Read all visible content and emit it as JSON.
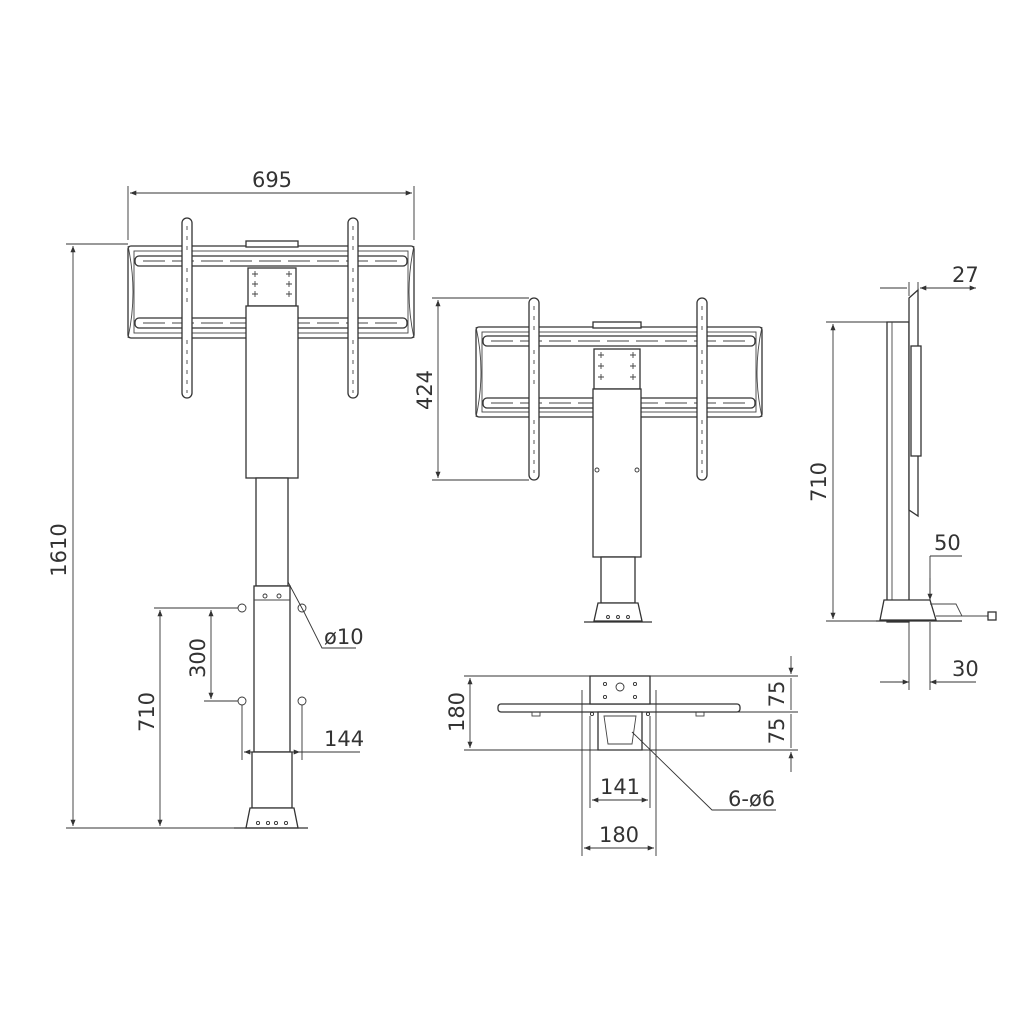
{
  "front_view": {
    "width_label": "695",
    "total_height_label": "1610",
    "column_height_label": "710",
    "hole_spacing_label": "300",
    "hole_diameter_label": "ø10",
    "column_width_label": "144"
  },
  "rear_view": {
    "bracket_height_label": "424"
  },
  "side_view": {
    "bracket_depth_label": "27",
    "height_label": "710",
    "offset_label": "50",
    "base_label": "30"
  },
  "base_plan": {
    "depth_label": "180",
    "spacing_a_label": "75",
    "spacing_b_label": "75",
    "inner_width_label": "141",
    "holes_label": "6-ø6",
    "outer_width_label": "180"
  },
  "colors": {
    "line": "#333333",
    "background": "#ffffff"
  }
}
